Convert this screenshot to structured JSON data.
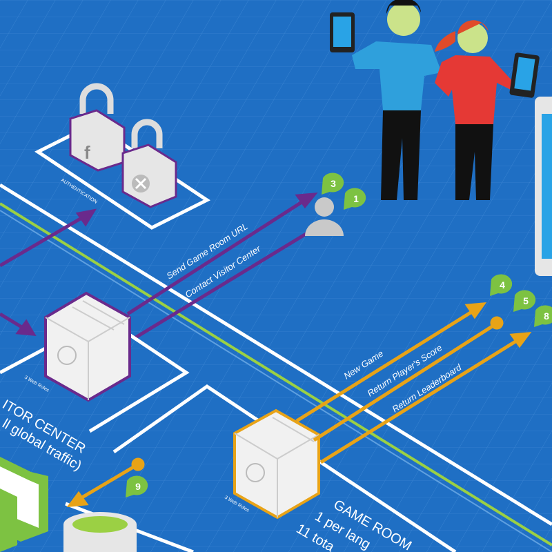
{
  "authentication": {
    "label": "AUTHENTICATION",
    "providers": [
      "facebook",
      "xbox"
    ]
  },
  "visitor_center": {
    "arrows": [
      "Send Game Room URL",
      "Contact Visitor Center"
    ],
    "server_caption": "3 Web Roles",
    "title": "ITOR CENTER",
    "subtitle": "ll global traffic)"
  },
  "game_room": {
    "arrows": [
      "New Game",
      "Return Player's Score",
      "Return Leaderboard"
    ],
    "server_caption": "3 Web Roles",
    "title": "GAME ROOM",
    "line1": "1 per lang",
    "line2": "11 tota"
  },
  "badges": [
    "3",
    "1",
    "4",
    "5",
    "8",
    "9"
  ],
  "colors": {
    "background": "#1f6fc4",
    "purple": "#6a2a8c",
    "orange": "#e8a317",
    "green": "#7dc242",
    "grid_line": "#ffffff"
  }
}
